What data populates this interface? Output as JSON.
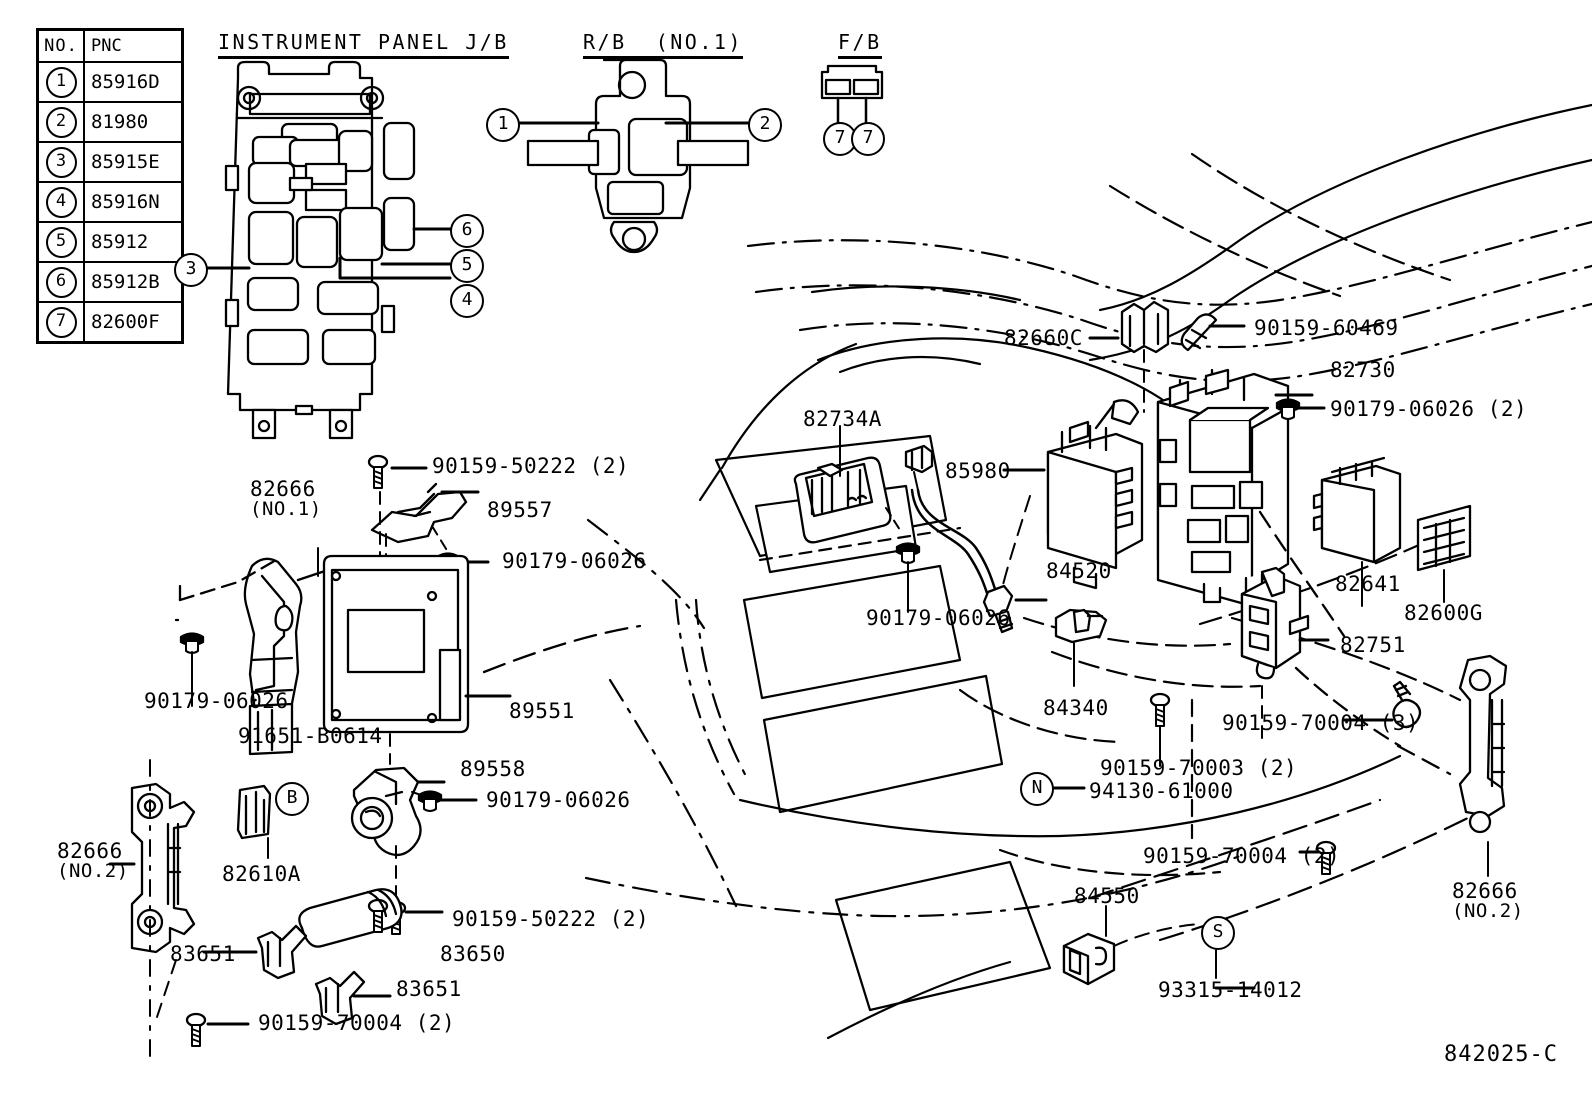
{
  "legend": {
    "headers": [
      "NO.",
      "PNC"
    ],
    "rows": [
      {
        "no": "1",
        "pnc": "85916D"
      },
      {
        "no": "2",
        "pnc": "81980"
      },
      {
        "no": "3",
        "pnc": "85915E"
      },
      {
        "no": "4",
        "pnc": "85916N"
      },
      {
        "no": "5",
        "pnc": "85912"
      },
      {
        "no": "6",
        "pnc": "85912B"
      },
      {
        "no": "7",
        "pnc": "82600F"
      }
    ]
  },
  "headings": {
    "instrument_panel_jb": "INSTRUMENT PANEL J/B",
    "rb_no1": "R/B  (NO.1)",
    "fb": "F/B"
  },
  "balloons": [
    {
      "id": "jb-3",
      "text": "3"
    },
    {
      "id": "jb-6",
      "text": "6"
    },
    {
      "id": "jb-5",
      "text": "5"
    },
    {
      "id": "jb-4",
      "text": "4"
    },
    {
      "id": "rb-1",
      "text": "1"
    },
    {
      "id": "rb-2",
      "text": "2"
    },
    {
      "id": "fb-7a",
      "text": "7"
    },
    {
      "id": "fb-7b",
      "text": "7"
    },
    {
      "id": "ref-b",
      "text": "B"
    },
    {
      "id": "ref-n",
      "text": "N"
    },
    {
      "id": "ref-s",
      "text": "S"
    }
  ],
  "part_labels": [
    {
      "id": "l-82666-1",
      "text": "82666",
      "sub": "(NO.1)"
    },
    {
      "id": "l-90159-50222-a",
      "text": "90159-50222 (2)"
    },
    {
      "id": "l-89557",
      "text": "89557"
    },
    {
      "id": "l-90179-06026-a",
      "text": "90179-06026"
    },
    {
      "id": "l-90179-06026-b",
      "text": "90179-06026"
    },
    {
      "id": "l-89551",
      "text": "89551"
    },
    {
      "id": "l-91651-b0614",
      "text": "91651-B0614"
    },
    {
      "id": "l-89558",
      "text": "89558"
    },
    {
      "id": "l-90179-06026-c",
      "text": "90179-06026"
    },
    {
      "id": "l-82666-2a",
      "text": "82666",
      "sub": "(NO.2)"
    },
    {
      "id": "l-82610a",
      "text": "82610A"
    },
    {
      "id": "l-90159-50222-b",
      "text": "90159-50222 (2)"
    },
    {
      "id": "l-83651-a",
      "text": "83651"
    },
    {
      "id": "l-83650",
      "text": "83650"
    },
    {
      "id": "l-83651-b",
      "text": "83651"
    },
    {
      "id": "l-90159-70004-a",
      "text": "90159-70004 (2)"
    },
    {
      "id": "l-82660c",
      "text": "82660C"
    },
    {
      "id": "l-90159-60469",
      "text": "90159-60469"
    },
    {
      "id": "l-82730",
      "text": "82730"
    },
    {
      "id": "l-90179-06026-d",
      "text": "90179-06026 (2)"
    },
    {
      "id": "l-82734a",
      "text": "82734A"
    },
    {
      "id": "l-85980",
      "text": "85980"
    },
    {
      "id": "l-84520",
      "text": "84520"
    },
    {
      "id": "l-90179-06026-e",
      "text": "90179-06026"
    },
    {
      "id": "l-82641",
      "text": "82641"
    },
    {
      "id": "l-82600g",
      "text": "82600G"
    },
    {
      "id": "l-82751",
      "text": "82751"
    },
    {
      "id": "l-84340",
      "text": "84340"
    },
    {
      "id": "l-90159-70004-b",
      "text": "90159-70004 (3)"
    },
    {
      "id": "l-90159-70003",
      "text": "90159-70003 (2)"
    },
    {
      "id": "l-94130-61000",
      "text": "94130-61000"
    },
    {
      "id": "l-90159-70004-c",
      "text": "90159-70004 (2)"
    },
    {
      "id": "l-84550",
      "text": "84550"
    },
    {
      "id": "l-93315-14012",
      "text": "93315-14012"
    },
    {
      "id": "l-82666-2b",
      "text": "82666",
      "sub": "(NO.2)"
    }
  ],
  "drawing_number": "842025-C",
  "colors": {
    "ink": "#000000",
    "paper": "#ffffff"
  }
}
